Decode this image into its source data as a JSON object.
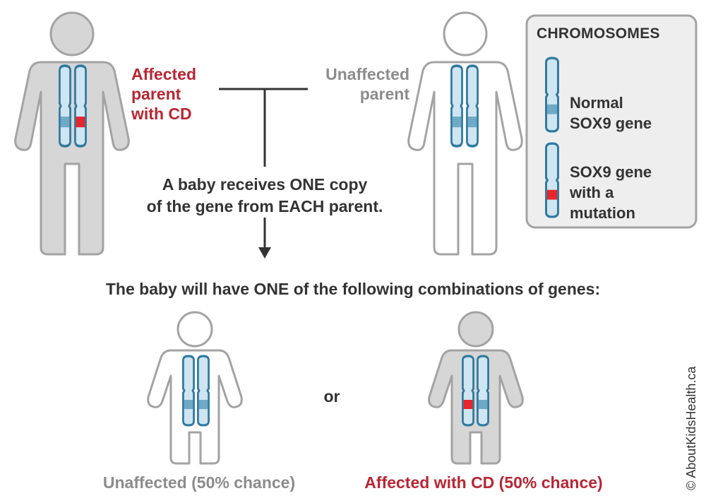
{
  "parents": {
    "affected_label": [
      "Affected",
      "parent",
      "with CD"
    ],
    "unaffected_label": [
      "Unaffected",
      "parent"
    ]
  },
  "inheritance_text": [
    "A baby receives ONE copy",
    "of the gene from EACH parent."
  ],
  "combinations_text": "The baby will have ONE of the following combinations of genes:",
  "or_text": "or",
  "outcomes": {
    "unaffected": "Unaffected (50% chance)",
    "affected": "Affected with CD (50% chance)"
  },
  "legend": {
    "title": "CHROMOSOMES",
    "normal": [
      "Normal",
      "SOX9 gene"
    ],
    "mutation": [
      "SOX9 gene",
      "with a",
      "mutation"
    ]
  },
  "credit": "© AboutKidsHealth.ca",
  "colors": {
    "affected_text": "#b72633",
    "unaffected_text": "#8c8c8c",
    "chromosome_fill": "#cfe5f1",
    "chromosome_stroke": "#2f7aa0",
    "gene_normal": "#6fa9c6",
    "gene_mutation": "#e8242c",
    "body_affected": "#d6d6d6",
    "body_outline": "#a3a3a3"
  }
}
